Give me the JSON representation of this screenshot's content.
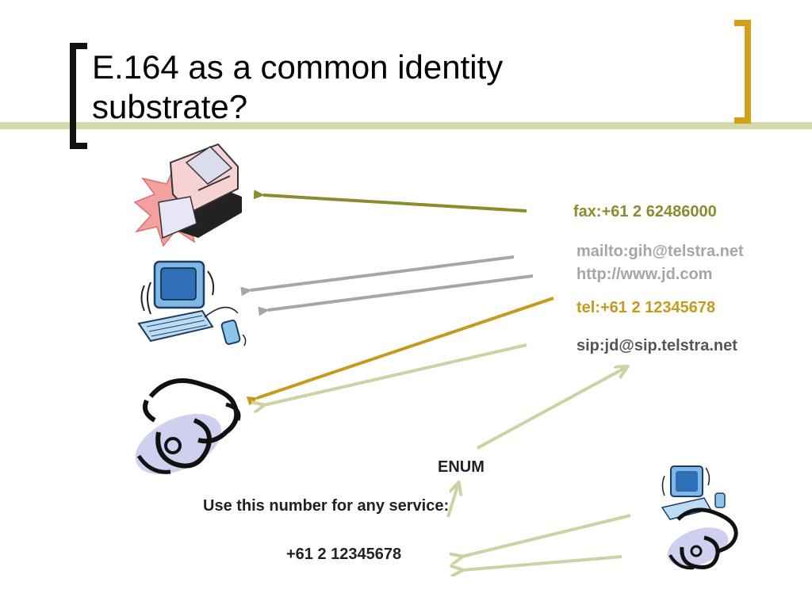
{
  "slide": {
    "title_line1": "E.164 as a common identity",
    "title_line2": "substrate?",
    "uris": {
      "fax": "fax:+61 2 62486000",
      "mailto": "mailto:gih@telstra.net",
      "http": "http://www.jd.com",
      "tel": "tel:+61 2 12345678",
      "sip": "sip:jd@sip.telstra.net"
    },
    "enum_label": "ENUM",
    "use_label": "Use this number for any service:",
    "number": "+61 2 12345678"
  },
  "icons": [
    "fax-machine-icon",
    "computer-icon",
    "telephone-icon",
    "computer-telephone-icon"
  ],
  "colors": {
    "olive": "#9a9a3a",
    "gray": "#a6a6a6",
    "gold": "#c9a227",
    "pale_olive": "#cfd1a2",
    "bracket_gold": "#d4a017"
  }
}
